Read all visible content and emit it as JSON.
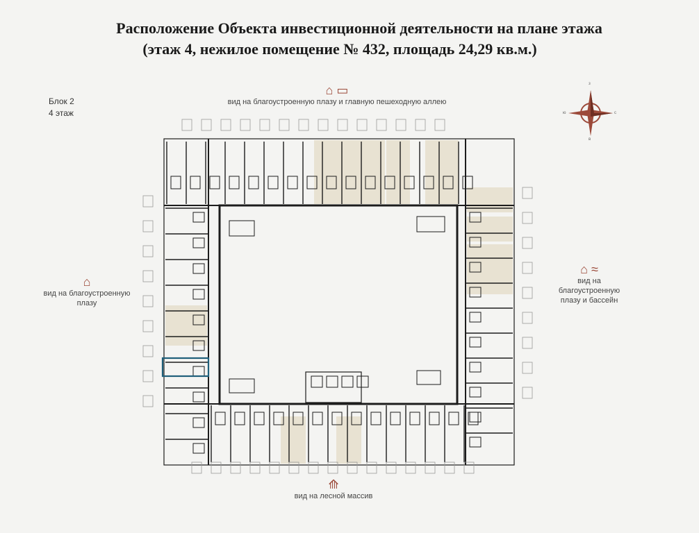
{
  "document": {
    "title_line1": "Расположение Объекта инвестиционной деятельности на плане этажа",
    "title_line2": "(этаж 4, нежилое помещение № 432, площадь 24,29 кв.м.)"
  },
  "block": {
    "name": "Блок 2",
    "floor": "4 этаж"
  },
  "views": {
    "top": "вид на благоустроенную плазу и главную пешеходную аллею",
    "left": "вид на благоустроенную плазу",
    "right": "вид на благоустроенную плазу и бассейн",
    "bottom": "вид на лесной массив"
  },
  "icons": {
    "top": "house-and-shop-icon",
    "left": "house-icon",
    "right": "house-and-waves-icon",
    "bottom": "forest-icon"
  },
  "compass": {
    "icon": "compass-rose-icon",
    "north": "з",
    "south": "в",
    "west": "ю",
    "east": "с"
  },
  "colors": {
    "highlight_outline": "#1f5f7a",
    "shaded_unit": "#e8e2d2",
    "wall": "#1c1c1c",
    "icon": "#9c4a3a"
  },
  "plan": {
    "highlighted_unit_number": "432"
  }
}
